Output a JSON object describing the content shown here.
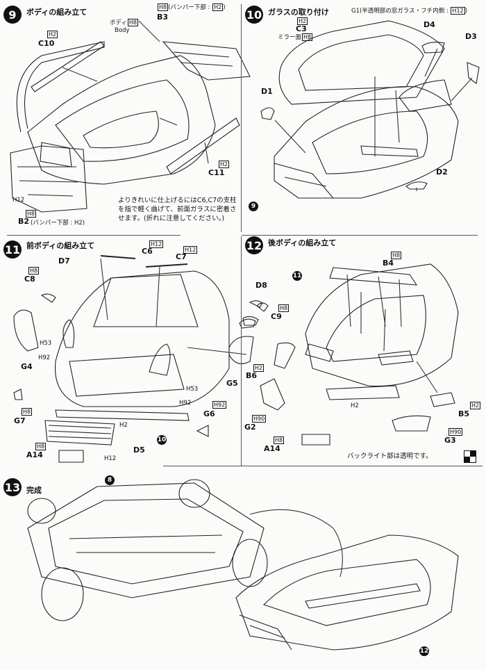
{
  "steps": [
    {
      "num": "9",
      "title": "ボディの組み立て"
    },
    {
      "num": "10",
      "title": "ガラスの取り付け"
    },
    {
      "num": "11",
      "title": "前ボディの組み立て"
    },
    {
      "num": "12",
      "title": "後ボディの組み立て"
    },
    {
      "num": "13",
      "title": "完成"
    }
  ],
  "step9": {
    "body_label": "ボディ",
    "body_tag": "H8",
    "body_en": "Body",
    "b3": "B3",
    "b3_tag1": "H8",
    "b3_note": "(バンパー下部 : ",
    "b3_tag2": "H2",
    "c10": "C10",
    "c10_tag": "H2",
    "c11": "C11",
    "c11_tag": "H2",
    "b2": "B2",
    "b2_tag": "H8",
    "b2_note": "(バンパー下部 : H2)",
    "h12": "H12"
  },
  "step10": {
    "g1_text": "G1(半透明部の窓ガラス・フチ内側 : ",
    "g1_tag": "H12",
    "c3": "C3",
    "c3_tag": "H2",
    "mirror": "ミラー面",
    "mirror_tag": "H8",
    "d4": "D4",
    "d3": "D3",
    "d1": "D1",
    "d2": "D2",
    "ref9": "9",
    "note": "よりきれいに仕上げるにはC6,C7の支柱を指で軽く曲げて、前面ガラスに密着させます。(折れに注意してください。)"
  },
  "step11": {
    "c6": "C6",
    "c6_tag": "H12",
    "c7": "C7",
    "c7_tag": "H12",
    "d7": "D7",
    "c8": "C8",
    "c8_tag": "H8",
    "g4": "G4",
    "h53a": "H53",
    "h92a": "H92",
    "g7": "G7",
    "g7_tag": "H8",
    "h53b": "H53",
    "h92b": "H92",
    "g6": "G6",
    "g6_tag": "H92",
    "h2": "H2",
    "d5": "D5",
    "h12": "H12",
    "a14": "A14",
    "a14_tag": "H8",
    "d8": "D8",
    "c9": "C9",
    "c9_tag": "H8",
    "g5": "G5",
    "ref10": "10"
  },
  "step12": {
    "b4": "B4",
    "b4_tag": "H8",
    "ref11": "11",
    "b6": "B6",
    "b6_tag": "H2",
    "g2": "G2",
    "g2_tag": "H90",
    "h2": "H2",
    "a14": "A14",
    "a14_tag": "H8",
    "b5": "B5",
    "b5_tag": "H2",
    "g3": "G3",
    "g3_tag": "H90",
    "note": "バックライト部は透明です。"
  },
  "step13": {
    "ref8": "8",
    "ref12": "12"
  }
}
